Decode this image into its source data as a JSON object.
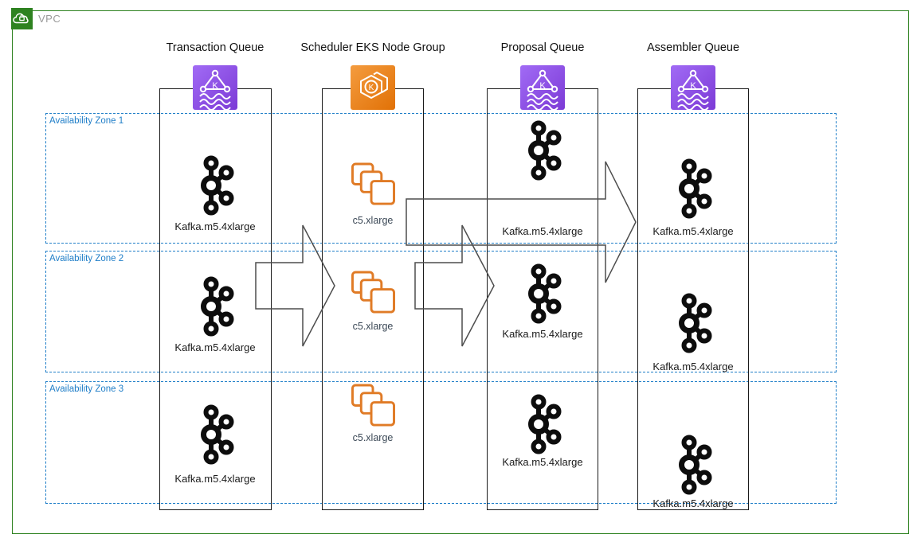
{
  "vpc": {
    "label": "VPC",
    "icon": "vpc-cloud-lock-icon"
  },
  "zones": [
    {
      "label": "Availability Zone 1"
    },
    {
      "label": "Availability Zone 2"
    },
    {
      "label": "Availability Zone 3"
    }
  ],
  "columns": [
    {
      "title": "Transaction Queue",
      "icon": "msk-kafka-service-icon",
      "nodes": [
        {
          "icon": "kafka-logo-icon",
          "label": "Kafka.m5.4xlarge"
        },
        {
          "icon": "kafka-logo-icon",
          "label": "Kafka.m5.4xlarge"
        },
        {
          "icon": "kafka-logo-icon",
          "label": "Kafka.m5.4xlarge"
        }
      ]
    },
    {
      "title": "Scheduler EKS Node Group",
      "icon": "eks-service-icon",
      "nodes": [
        {
          "icon": "ec2-instances-icon",
          "label": "c5.xlarge"
        },
        {
          "icon": "ec2-instances-icon",
          "label": "c5.xlarge"
        },
        {
          "icon": "ec2-instances-icon",
          "label": "c5.xlarge"
        }
      ]
    },
    {
      "title": "Proposal Queue",
      "icon": "msk-kafka-service-icon",
      "nodes": [
        {
          "icon": "kafka-logo-icon",
          "label": "Kafka.m5.4xlarge"
        },
        {
          "icon": "kafka-logo-icon",
          "label": "Kafka.m5.4xlarge"
        },
        {
          "icon": "kafka-logo-icon",
          "label": "Kafka.m5.4xlarge"
        }
      ]
    },
    {
      "title": "Assembler Queue",
      "icon": "msk-kafka-service-icon",
      "nodes": [
        {
          "icon": "kafka-logo-icon",
          "label": "Kafka.m5.4xlarge"
        },
        {
          "icon": "kafka-logo-icon",
          "label": "Kafka.m5.4xlarge"
        },
        {
          "icon": "kafka-logo-icon",
          "label": "Kafka.m5.4xlarge"
        }
      ]
    }
  ],
  "colors": {
    "vpc_green": "#2E8220",
    "az_blue": "#1F7EC8",
    "msk_purple_light": "#A16BF5",
    "msk_purple_dark": "#7C3AD6",
    "eks_orange_light": "#F49C3F",
    "eks_orange_dark": "#E17106",
    "instance_outline_orange": "#E07B26",
    "kafka_black": "#0D0D0D",
    "arrow_outline_gray": "#4D4D4D"
  }
}
